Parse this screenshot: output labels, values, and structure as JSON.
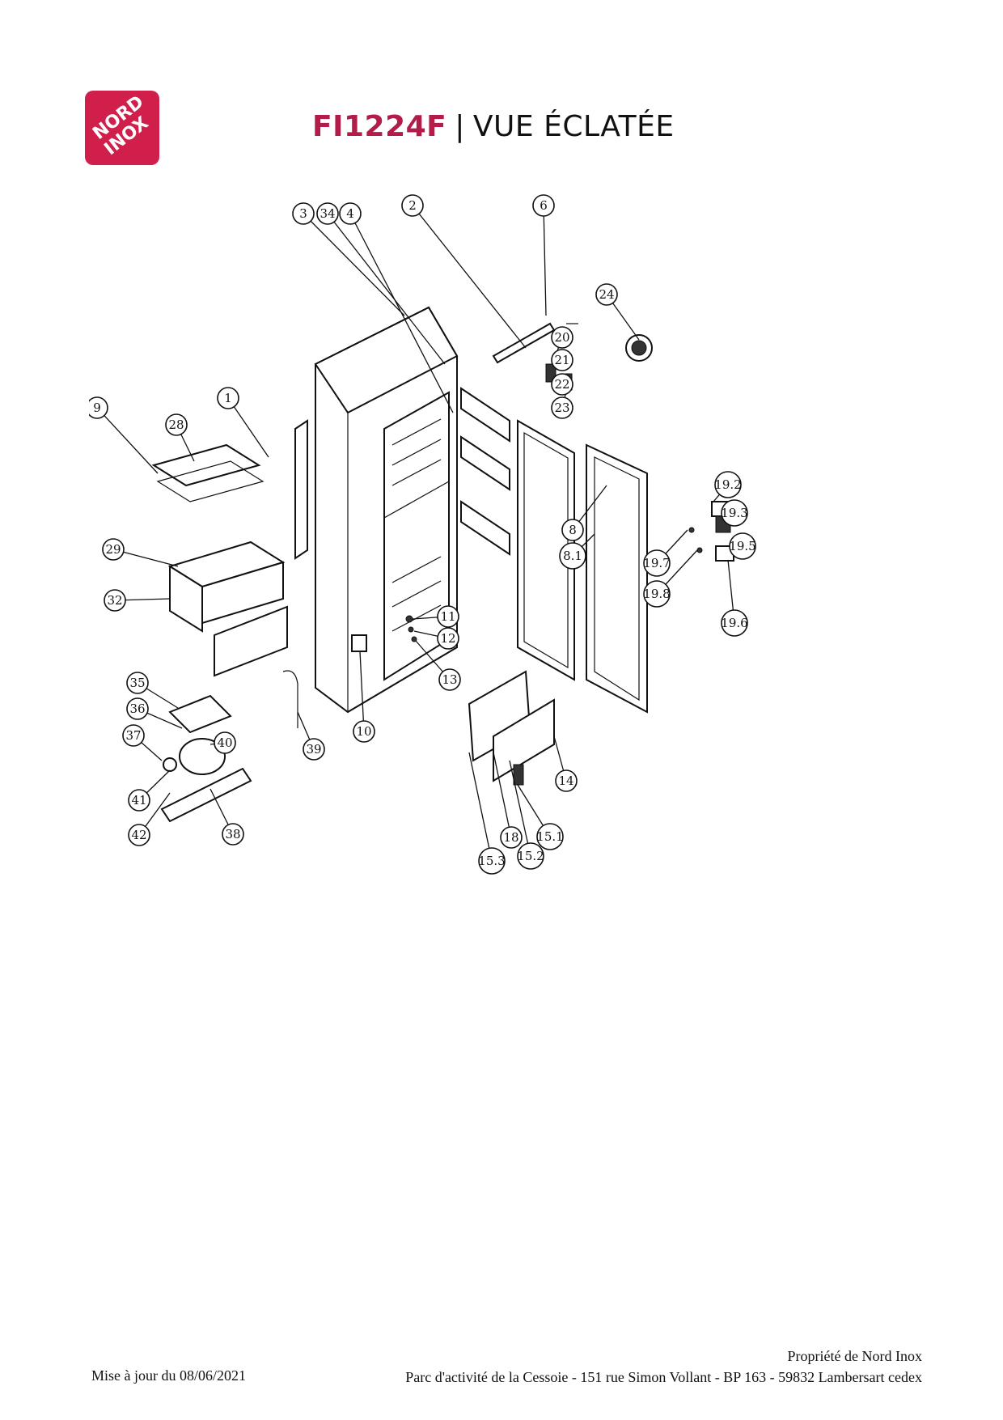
{
  "logo": {
    "line1": "NORD",
    "line2": "INOX",
    "color": "#d01f4b"
  },
  "header": {
    "model": "FI1224F",
    "separator": "|",
    "view_title": "VUE ÉCLATÉE"
  },
  "colors": {
    "accent": "#b31b48"
  },
  "callouts": [
    "3",
    "34",
    "4",
    "2",
    "6",
    "24",
    "20",
    "21",
    "22",
    "23",
    "9",
    "28",
    "1",
    "19.2",
    "19.3",
    "19.5",
    "19.7",
    "19.8",
    "19.6",
    "8",
    "8.1",
    "29",
    "32",
    "11",
    "12",
    "13",
    "35",
    "36",
    "37",
    "41",
    "40",
    "42",
    "38",
    "39",
    "10",
    "14",
    "18",
    "15.1",
    "15.2",
    "15.3"
  ],
  "footer": {
    "updated": "Mise à jour du 08/06/2021",
    "owner": "Propriété de Nord Inox",
    "address": "Parc d'activité de la Cessoie - 151 rue Simon Vollant - BP 163 - 59832 Lambersart cedex"
  }
}
